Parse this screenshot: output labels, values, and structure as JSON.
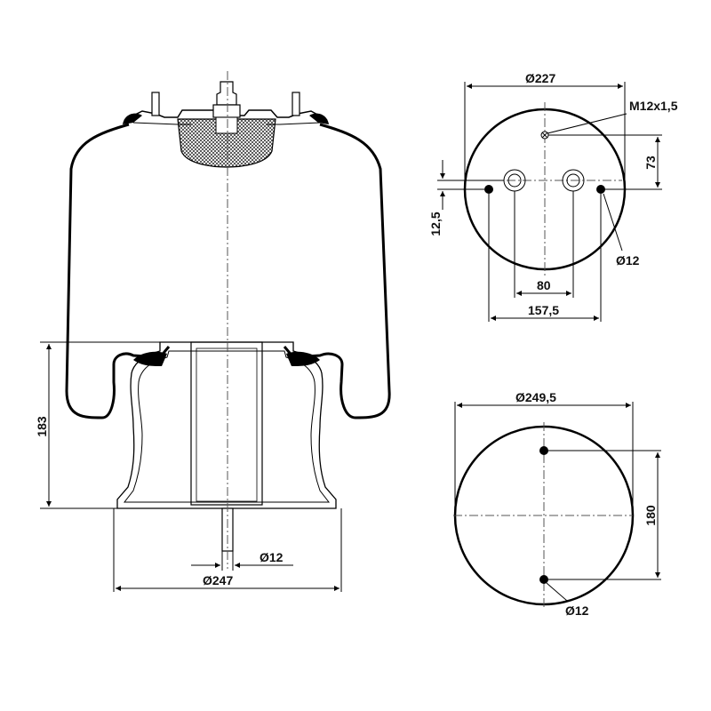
{
  "side_view": {
    "dim_height": "183",
    "dim_bottom_diameter": "Ø247",
    "dim_pin_diameter": "Ø12"
  },
  "top_view": {
    "dim_diameter": "Ø227",
    "dim_thread": "M12x1,5",
    "dim_offset_73": "73",
    "dim_offset_12_5": "12,5",
    "dim_spacing_80": "80",
    "dim_spacing_157_5": "157,5",
    "dim_hole": "Ø12"
  },
  "bottom_view": {
    "dim_diameter": "Ø249,5",
    "dim_spacing_180": "180",
    "dim_hole": "Ø12"
  }
}
